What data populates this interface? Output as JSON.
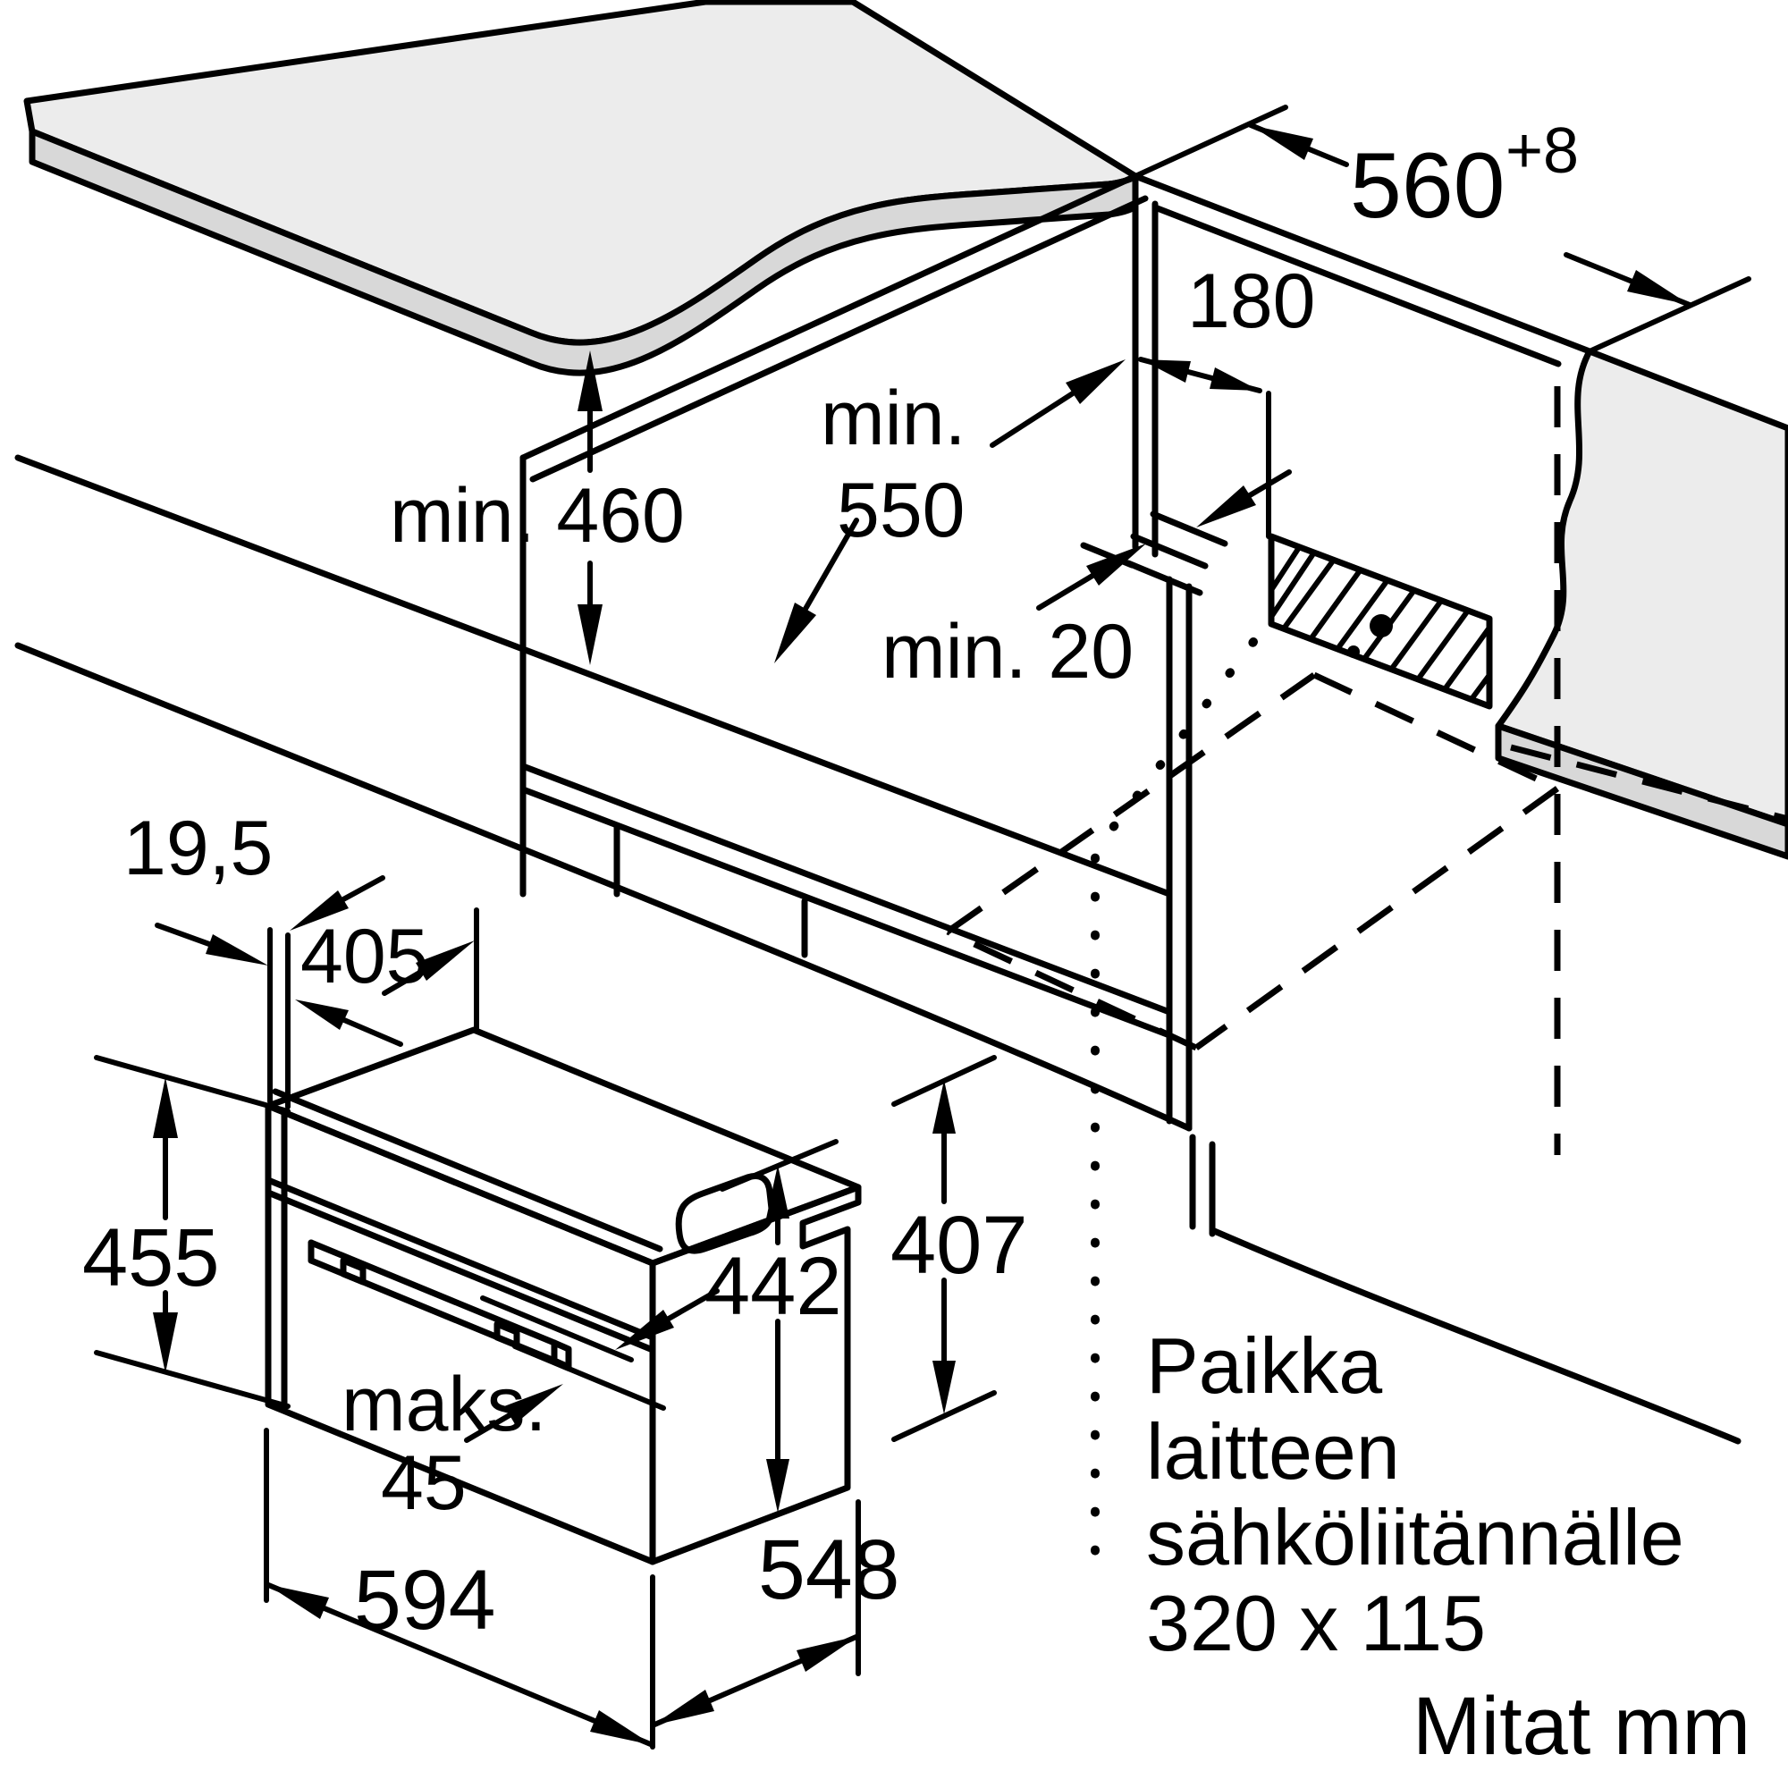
{
  "dimensions": {
    "d460": "min. 460",
    "d550_l1": "min.",
    "d550_l2": "550",
    "d180": "180",
    "d560": "560",
    "d560_sup": "+8",
    "d20": "min. 20",
    "d195": "19,5",
    "d405": "405",
    "d455": "455",
    "dmaks_l1": "maks.",
    "dmaks_l2": "45",
    "d442": "442",
    "d407": "407",
    "d594": "594",
    "d548": "548"
  },
  "note": {
    "l1": "Paikka",
    "l2": "laitteen",
    "l3": "sähköliitännälle",
    "l4": "320 x 115"
  },
  "footer": "Mitat mm",
  "colors": {
    "line": "#000000",
    "surface_fill": "#ececec",
    "edge_band_fill": "#d8d8d8",
    "background": "#ffffff"
  }
}
